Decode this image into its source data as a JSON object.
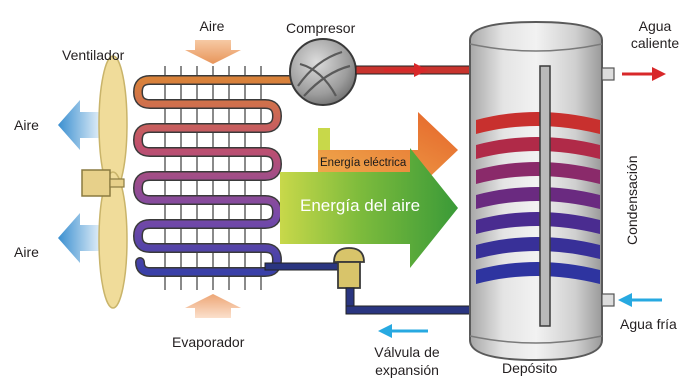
{
  "labels": {
    "aire_top": "Aire",
    "ventilador": "Ventilador",
    "compresor": "Compresor",
    "aire_left_top": "Aire",
    "aire_left_bottom": "Aire",
    "evaporador": "Evaporador",
    "energia_electrica": "Energía eléctrica",
    "energia_aire": "Energía del aire",
    "valvula_l1": "Válvula de",
    "valvula_l2": "expansión",
    "deposito": "Depósito",
    "agua_caliente_l1": "Agua",
    "agua_caliente_l2": "caliente",
    "agua_fria": "Agua fría",
    "condensacion": "Condensación"
  },
  "colors": {
    "air_arrow_orange": "#e8955a",
    "air_arrow_blue": "#3a8fd0",
    "hot_water_arrow": "#d8282a",
    "cold_water_arrow": "#27a9e1",
    "pipe_navy": "#2a3580",
    "pipe_red": "#c8342e",
    "energy_green": "#3d9a3a",
    "energy_orange": "#e8762a",
    "tank_grey": "#c8c8c8",
    "fan_blade": "#f0dc9a"
  }
}
